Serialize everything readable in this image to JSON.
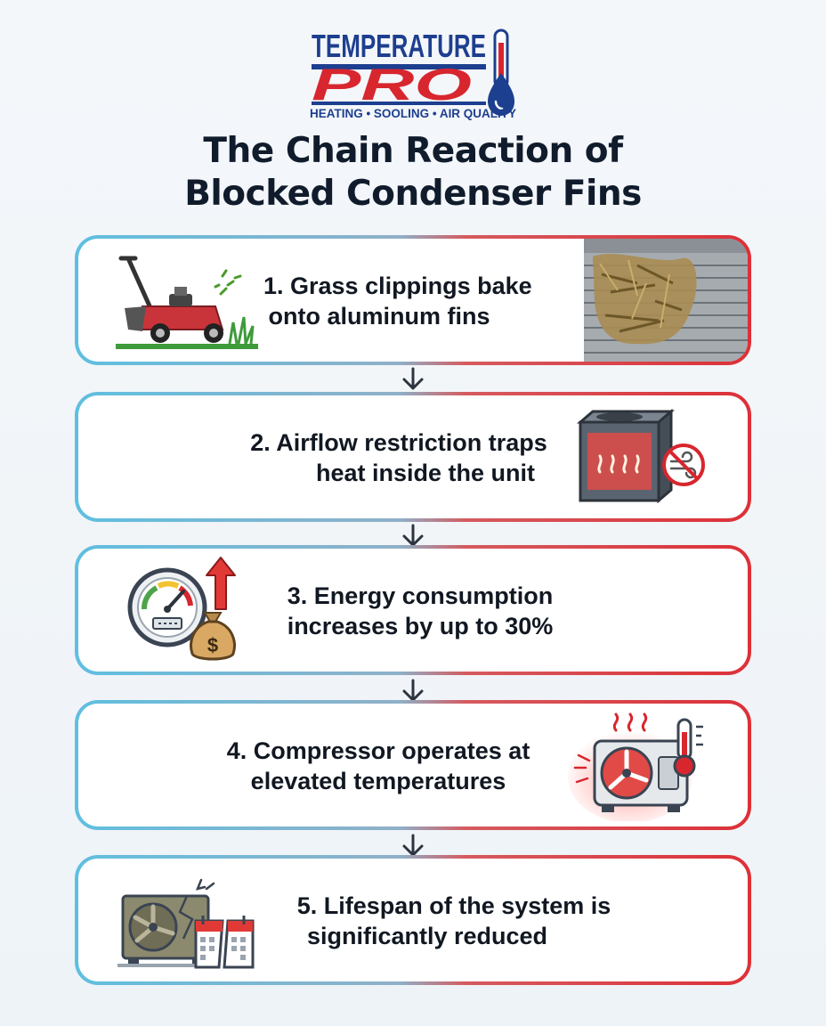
{
  "logo": {
    "line1": "TEMPERATURE",
    "line2": "PRO",
    "tagline": "HEATING • SOOLING • AIR QUALITY"
  },
  "title": {
    "line1": "The Chain Reaction of",
    "line2": "Blocked Condenser Fins"
  },
  "steps": [
    {
      "line1": "1. Grass clippings bake",
      "line2": "onto aluminum fins"
    },
    {
      "line1": "2. Airflow restriction traps",
      "line2": "heat inside the unit"
    },
    {
      "line1": "3. Energy consumption",
      "line2": "increases by up to 30%"
    },
    {
      "line1": "4. Compressor operates at",
      "line2": "elevated temperatures"
    },
    {
      "line1": "5. Lifespan of the system is",
      "line2": "significantly reduced"
    }
  ],
  "colors": {
    "brand_blue": "#1d3f8f",
    "brand_red": "#d8262e",
    "card_gradient_left": "#5fbfe0",
    "card_gradient_right": "#dd3038",
    "heading": "#101c2c"
  },
  "icons": [
    "lawn-mower-icon",
    "clogged-condenser-photo",
    "overheating-ac-unit-icon",
    "no-airflow-icon",
    "energy-meter-icon",
    "money-bag-icon",
    "red-up-arrow-icon",
    "hot-compressor-icon",
    "thermometer-icon",
    "broken-ac-unit-icon",
    "broken-calendar-icon",
    "down-arrow-icon"
  ]
}
